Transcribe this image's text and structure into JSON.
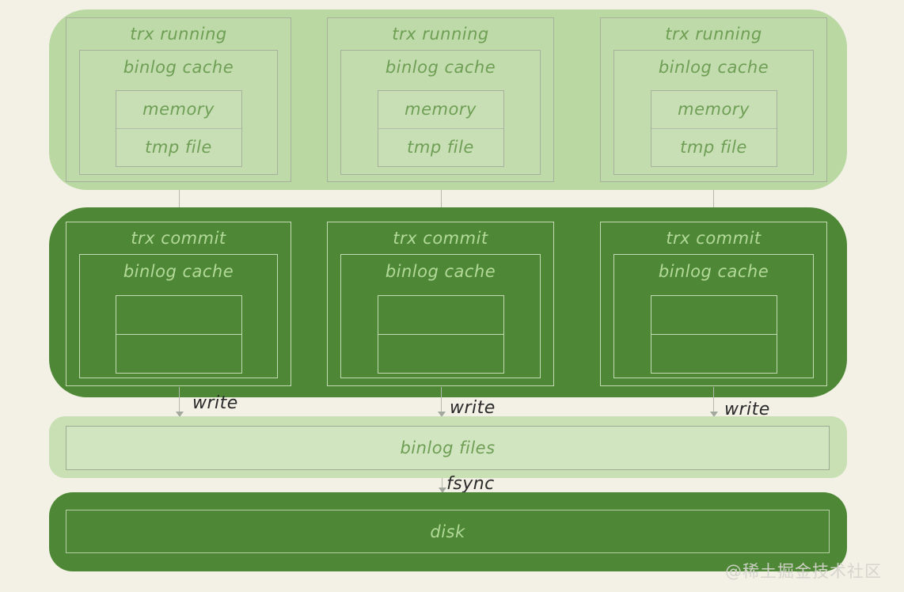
{
  "running": {
    "columns": [
      {
        "title": "trx running",
        "cache_title": "binlog cache",
        "cells": [
          "memory",
          "tmp file"
        ]
      },
      {
        "title": "trx running",
        "cache_title": "binlog cache",
        "cells": [
          "memory",
          "tmp file"
        ]
      },
      {
        "title": "trx running",
        "cache_title": "binlog cache",
        "cells": [
          "memory",
          "tmp file"
        ]
      }
    ]
  },
  "commit": {
    "columns": [
      {
        "title": "trx commit",
        "cache_title": "binlog cache"
      },
      {
        "title": "trx commit",
        "cache_title": "binlog cache"
      },
      {
        "title": "trx commit",
        "cache_title": "binlog cache"
      }
    ]
  },
  "labels": {
    "write": "write",
    "fsync": "fsync"
  },
  "binlog_files": {
    "label": "binlog files"
  },
  "disk": {
    "label": "disk"
  },
  "watermark": "@稀土掘金技术社区",
  "colors": {
    "background": "#f3f1e5",
    "light_green_container": "#b9d8a2",
    "light_green_bar": "#c8e0b4",
    "dark_green": "#4e8837",
    "light_section_text": "#6f9f55",
    "dark_section_text": "#b2d998",
    "light_section_border": "#a6b09d",
    "dark_section_border": "#c3dbb2",
    "arrow": "#a3a99e",
    "flow_label_text": "#2a2a2a",
    "watermark_text": "#d4d3cc"
  }
}
